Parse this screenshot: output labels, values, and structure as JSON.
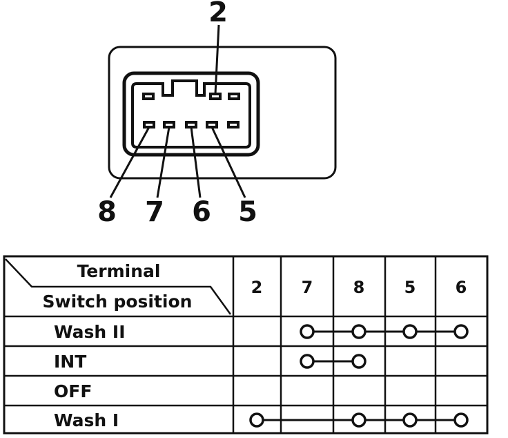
{
  "connector": {
    "top_label": "2",
    "bottom_labels": [
      "8",
      "7",
      "6",
      "5"
    ]
  },
  "table": {
    "header_top": "Terminal",
    "header_bottom": "Switch position",
    "terminals": [
      "2",
      "7",
      "8",
      "5",
      "6"
    ],
    "rows": [
      {
        "label": "Wash II",
        "connected": [
          "7",
          "8",
          "5",
          "6"
        ]
      },
      {
        "label": "INT",
        "connected": [
          "7",
          "8"
        ]
      },
      {
        "label": "OFF",
        "connected": []
      },
      {
        "label": "Wash I",
        "connected": [
          "2",
          "8",
          "5",
          "6"
        ]
      }
    ]
  }
}
